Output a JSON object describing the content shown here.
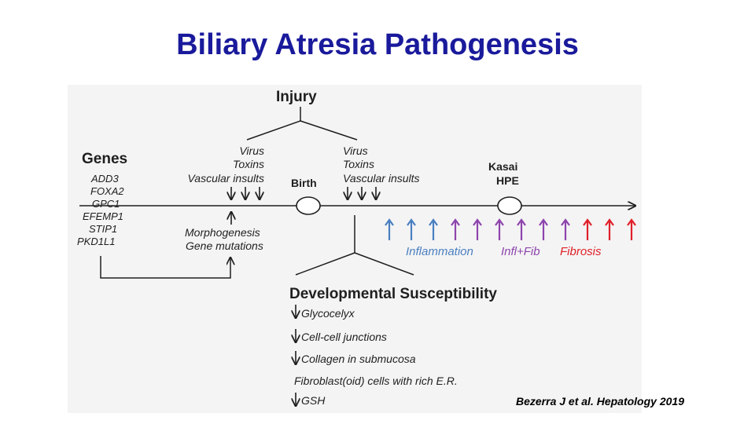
{
  "slide": {
    "title": "Biliary Atresia Pathogenesis",
    "citation": "Bezerra J et al. Hepatology 2019"
  },
  "figure": {
    "injury_label": "Injury",
    "genes_label": "Genes",
    "genes": [
      "ADD3",
      "FOXA2",
      "GPC1",
      "EFEMP1",
      "STIP1",
      "PKD1L1"
    ],
    "prenatal_insults": [
      "Virus",
      "Toxins",
      "Vascular insults"
    ],
    "postnatal_insults": [
      "Virus",
      "Toxins",
      "Vascular insults"
    ],
    "birth_label": "Birth",
    "kasai_label_line1": "Kasai",
    "kasai_label_line2": "HPE",
    "morphogenesis_lines": [
      "Morphogenesis",
      "Gene mutations"
    ],
    "phases": [
      {
        "label": "Inflammation",
        "color": "#4a7fc1"
      },
      {
        "label": "Infl+Fib",
        "color": "#8e44ad"
      },
      {
        "label": "Fibrosis",
        "color": "#e0202a"
      }
    ],
    "arrow_colors": [
      "#4a7fc1",
      "#4a7fc1",
      "#4a7fc1",
      "#8e44ad",
      "#8e44ad",
      "#8e44ad",
      "#8e44ad",
      "#8e44ad",
      "#8e44ad",
      "#e0202a",
      "#e0202a",
      "#e0202a"
    ],
    "susceptibility_label": "Developmental Susceptibility",
    "susceptibility_items": [
      {
        "text": "Glycocelyx",
        "direction": "down"
      },
      {
        "text": "Cell-cell junctions",
        "direction": "down"
      },
      {
        "text": "Collagen in submucosa",
        "direction": "down"
      },
      {
        "text": "Fibroblast(oid) cells with rich E.R.",
        "direction": "none"
      },
      {
        "text": "GSH",
        "direction": "down"
      }
    ]
  }
}
